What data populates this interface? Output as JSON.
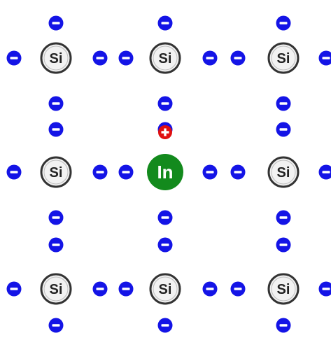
{
  "colors": {
    "background": "#ffffff",
    "electron": "#1414e6",
    "silicon_fill": "#f2f2f2",
    "silicon_stroke": "#333333",
    "dopant_fill": "#138a1d",
    "hole": "#e01010"
  },
  "icons": {
    "electron": "minus-circle",
    "hole": "plus-circle"
  },
  "lattice": {
    "rows": [
      [
        "Si",
        "Si",
        "Si"
      ],
      [
        "Si",
        "In",
        "Si"
      ],
      [
        "Si",
        "Si",
        "Si"
      ]
    ],
    "dopant": {
      "symbol": "In",
      "row": 1,
      "col": 1
    },
    "hole_near": {
      "row": 1,
      "col": 1
    }
  }
}
